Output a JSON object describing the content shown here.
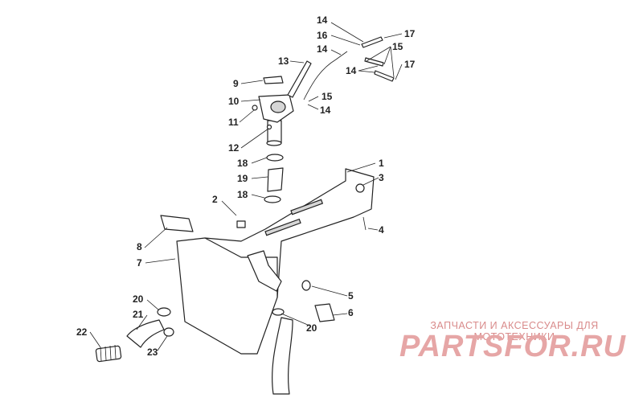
{
  "callouts": [
    "1",
    "2",
    "3",
    "4",
    "5",
    "6",
    "7",
    "8",
    "9",
    "10",
    "11",
    "12",
    "13",
    "14",
    "15",
    "16",
    "17",
    "18",
    "19",
    "20",
    "21",
    "22",
    "23"
  ],
  "watermark": {
    "tagline": "ЗАПЧАСТИ И АКСЕССУАРЫ ДЛЯ МОТОТЕХНИКИ",
    "logo": "PARTSFOR.RU"
  },
  "colors": {
    "line": "#222222",
    "watermark": "#e6a6a6"
  }
}
